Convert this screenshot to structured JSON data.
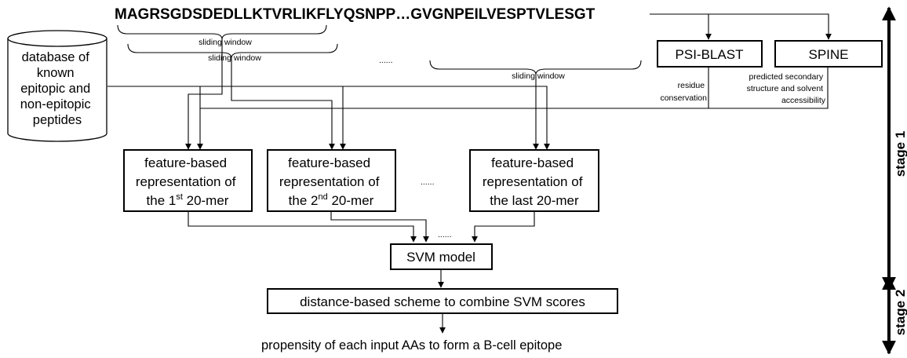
{
  "sequence": "MAGRSGDSDEDLLKTVRLIKFLYQSNPP…GVGNPEILVESPTVLESGT",
  "sliding_window_label": "sliding window",
  "ellipsis": "......",
  "database": [
    "database of",
    "known",
    "epitopic and",
    "non-epitopic",
    "peptides"
  ],
  "psiblast": {
    "title": "PSI-BLAST",
    "output": [
      "residue",
      "conservation"
    ]
  },
  "spine": {
    "title": "SPINE",
    "output": [
      "predicted secondary",
      "structure and solvent",
      "accessibility"
    ]
  },
  "features": [
    {
      "line1": "feature-based",
      "line2": "representation of",
      "prefix": "the 1",
      "sup": "st",
      "suffix": " 20-mer"
    },
    {
      "line1": "feature-based",
      "line2": "representation of",
      "prefix": "the 2",
      "sup": "nd",
      "suffix": " 20-mer"
    },
    {
      "line1": "feature-based",
      "line2": "representation of",
      "prefix": "the last 20-mer",
      "sup": "",
      "suffix": ""
    }
  ],
  "svm_model": "SVM model",
  "combine": "distance-based scheme to combine SVM scores",
  "output": "propensity of each input AAs to form a B-cell epitope",
  "stages": [
    "stage 1",
    "stage 2"
  ]
}
